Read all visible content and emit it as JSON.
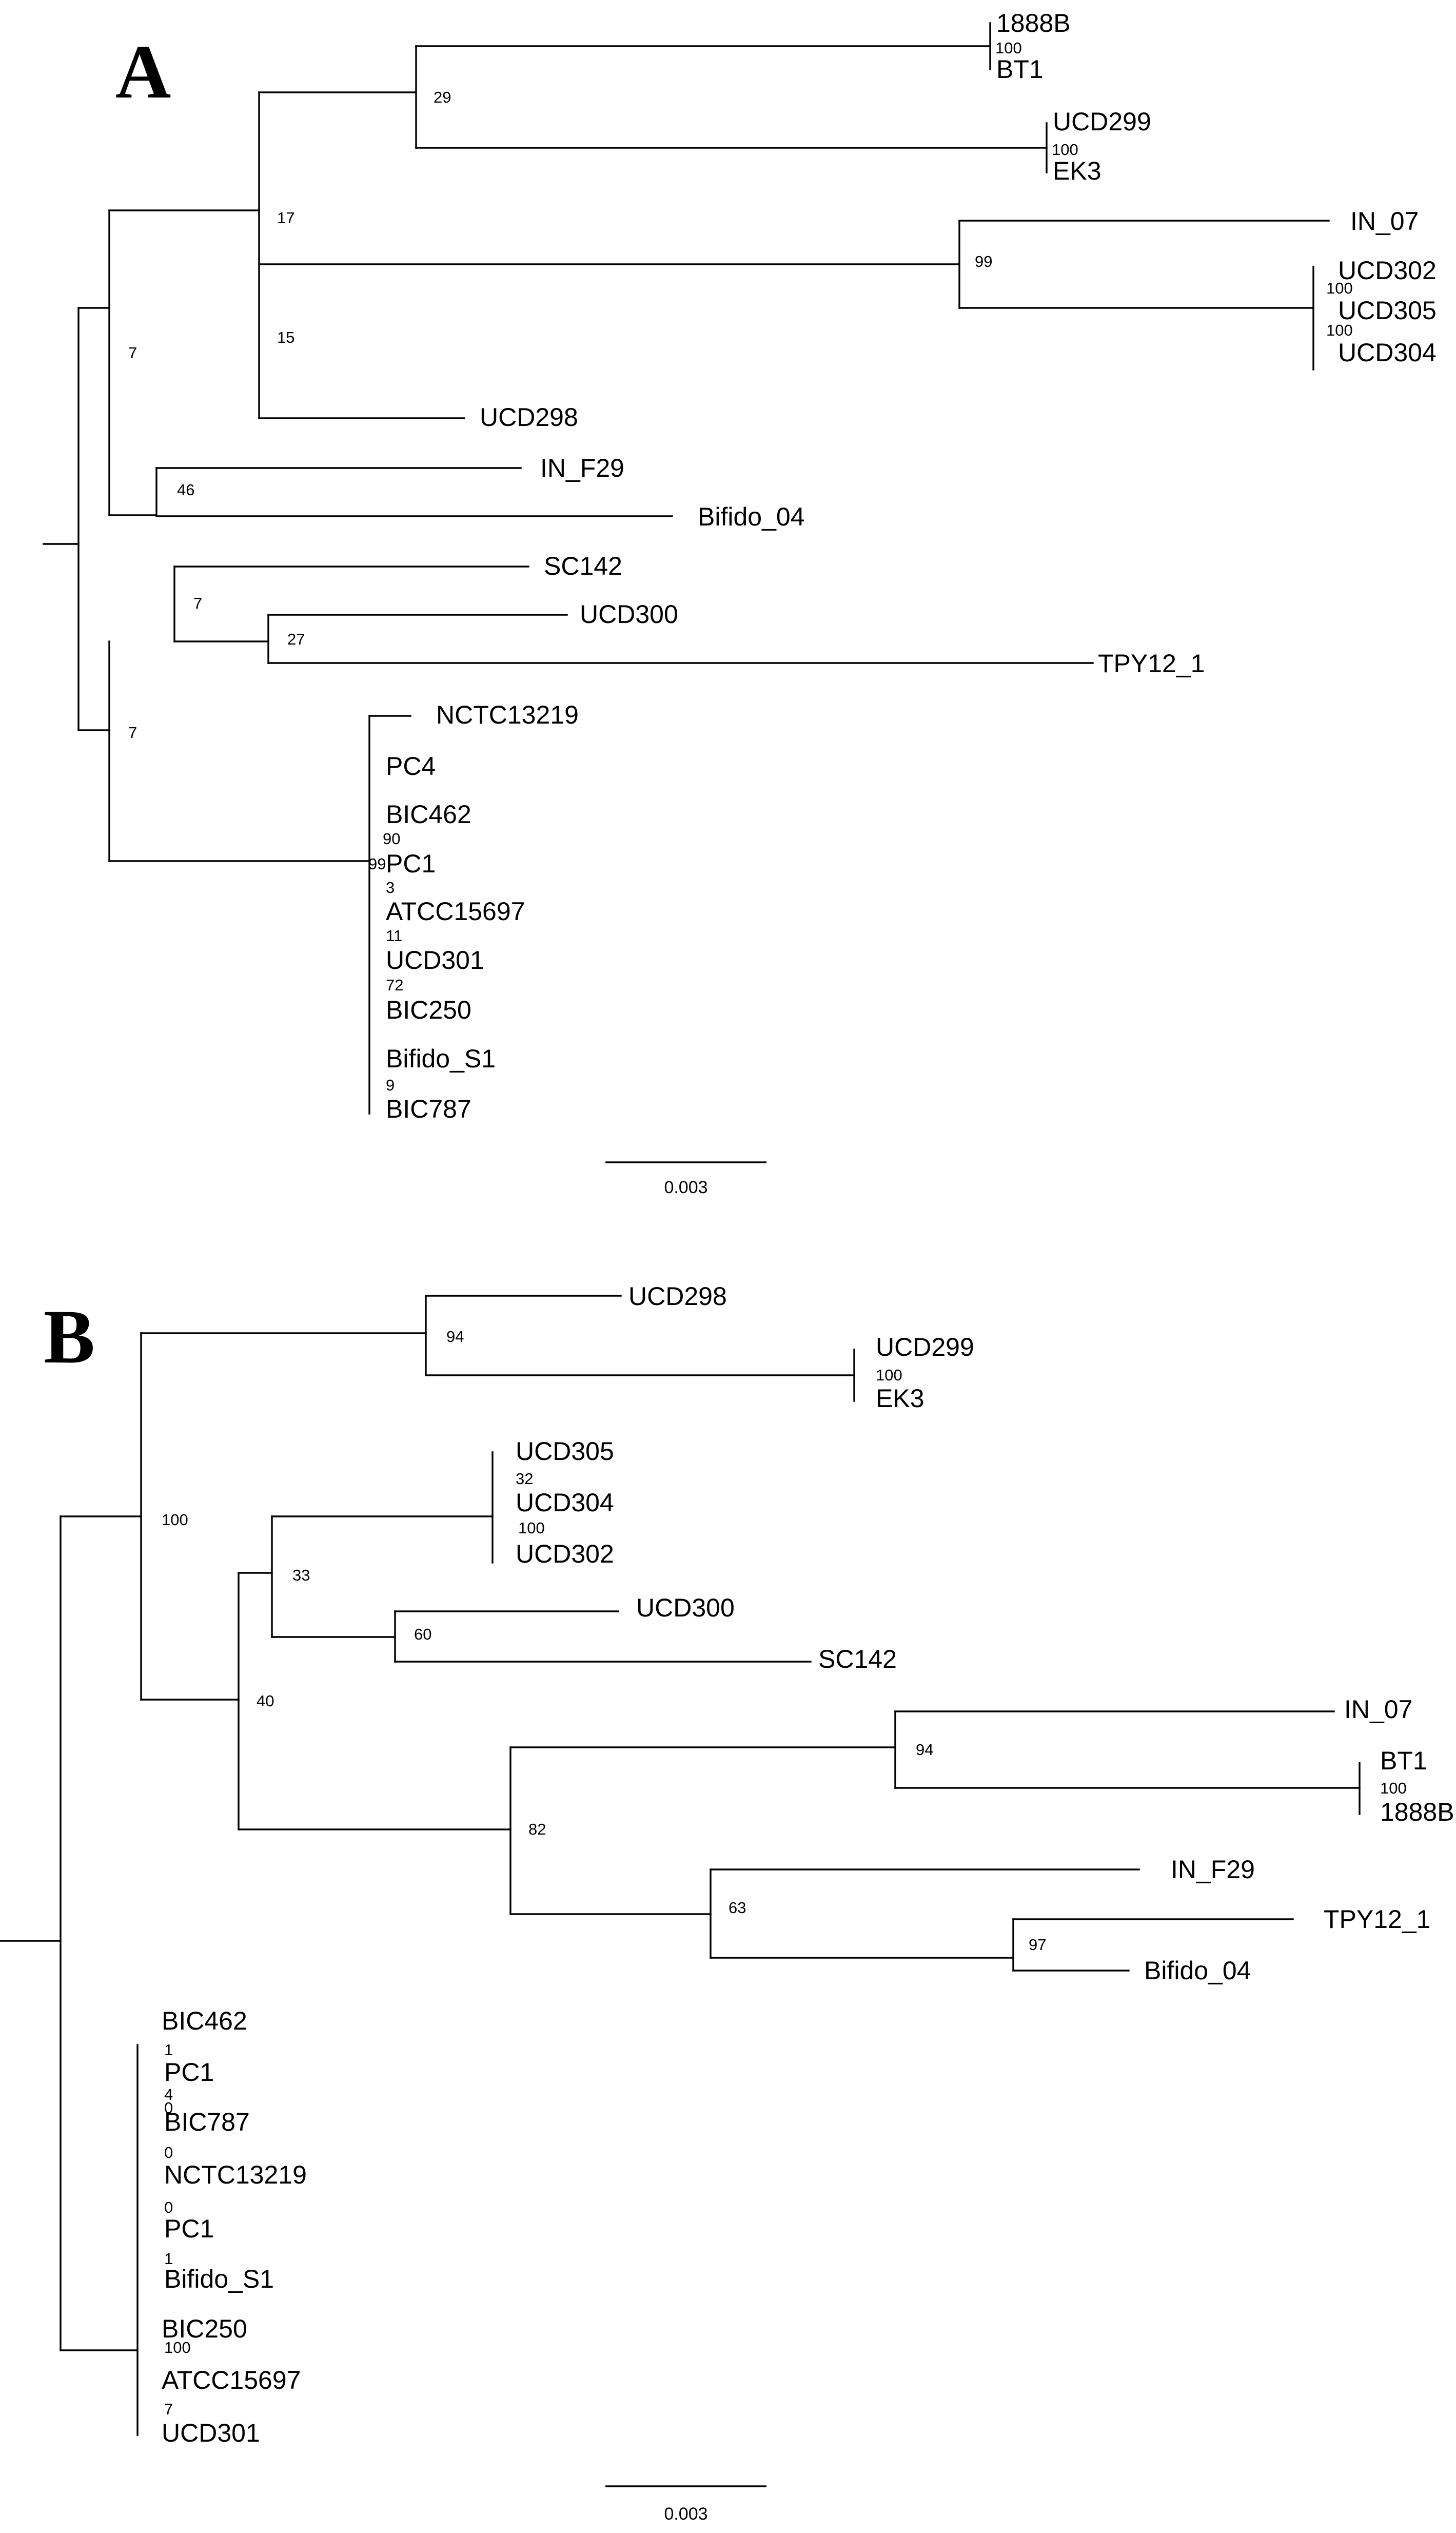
{
  "panels": [
    {
      "id": "A",
      "letter": "A",
      "scale_label": "0.003",
      "tips": [
        "1888B",
        "BT1",
        "UCD299",
        "EK3",
        "IN_07",
        "UCD302",
        "UCD305",
        "UCD304",
        "UCD298",
        "IN_F29",
        "Bifido_04",
        "SC142",
        "UCD300",
        "TPY12_1",
        "NCTC13219",
        "PC4",
        "BIC462",
        "PC1",
        "ATCC15697",
        "UCD301",
        "BIC250",
        "Bifido_S1",
        "BIC787"
      ],
      "bootstraps": [
        "100",
        "100",
        "29",
        "100",
        "100",
        "99",
        "17",
        "15",
        "7",
        "46",
        "7",
        "27",
        "90",
        "99",
        "3",
        "11",
        "72",
        "9",
        "7"
      ]
    },
    {
      "id": "B",
      "letter": "B",
      "scale_label": "0.003",
      "tips": [
        "UCD298",
        "UCD299",
        "EK3",
        "UCD305",
        "UCD304",
        "UCD302",
        "UCD300",
        "SC142",
        "IN_07",
        "BT1",
        "1888B",
        "IN_F29",
        "TPY12_1",
        "Bifido_04",
        "BIC462",
        "PC1",
        "BIC787",
        "NCTC13219",
        "PC1",
        "Bifido_S1",
        "BIC250",
        "ATCC15697",
        "UCD301"
      ],
      "bootstraps": [
        "100",
        "94",
        "32",
        "100",
        "60",
        "33",
        "100",
        "94",
        "97",
        "63",
        "82",
        "40",
        "100",
        "1",
        "4",
        "0",
        "0",
        "0",
        "1",
        "100",
        "7"
      ]
    }
  ]
}
